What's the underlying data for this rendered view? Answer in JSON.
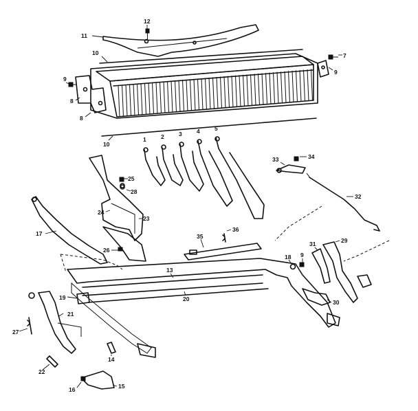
{
  "callouts": [
    {
      "id": "c11",
      "text": "11"
    },
    {
      "id": "c12",
      "text": "12"
    },
    {
      "id": "c10a",
      "text": "10"
    },
    {
      "id": "c9a",
      "text": "9"
    },
    {
      "id": "c7",
      "text": "7"
    },
    {
      "id": "c9b",
      "text": "9"
    },
    {
      "id": "c8a",
      "text": "8"
    },
    {
      "id": "c8b",
      "text": "8"
    },
    {
      "id": "c10b",
      "text": "10"
    },
    {
      "id": "c1",
      "text": "1"
    },
    {
      "id": "c2",
      "text": "2"
    },
    {
      "id": "c3",
      "text": "3"
    },
    {
      "id": "c4",
      "text": "4"
    },
    {
      "id": "c5",
      "text": "5"
    },
    {
      "id": "c33",
      "text": "33"
    },
    {
      "id": "c34",
      "text": "34"
    },
    {
      "id": "c25",
      "text": "25"
    },
    {
      "id": "c28",
      "text": "28"
    },
    {
      "id": "c32",
      "text": "32"
    },
    {
      "id": "c24",
      "text": "24"
    },
    {
      "id": "c23",
      "text": "23"
    },
    {
      "id": "c17",
      "text": "17"
    },
    {
      "id": "c36",
      "text": "36"
    },
    {
      "id": "c35",
      "text": "35"
    },
    {
      "id": "c26",
      "text": "26"
    },
    {
      "id": "c29",
      "text": "29"
    },
    {
      "id": "c31",
      "text": "31"
    },
    {
      "id": "c18",
      "text": "18"
    },
    {
      "id": "c9c",
      "text": "9"
    },
    {
      "id": "c13",
      "text": "13"
    },
    {
      "id": "c19",
      "text": "19"
    },
    {
      "id": "c20",
      "text": "20"
    },
    {
      "id": "c30",
      "text": "30"
    },
    {
      "id": "c21",
      "text": "21"
    },
    {
      "id": "c27",
      "text": "27"
    },
    {
      "id": "c14",
      "text": "14"
    },
    {
      "id": "c22",
      "text": "22"
    },
    {
      "id": "c16",
      "text": "16"
    },
    {
      "id": "c15",
      "text": "15"
    }
  ]
}
